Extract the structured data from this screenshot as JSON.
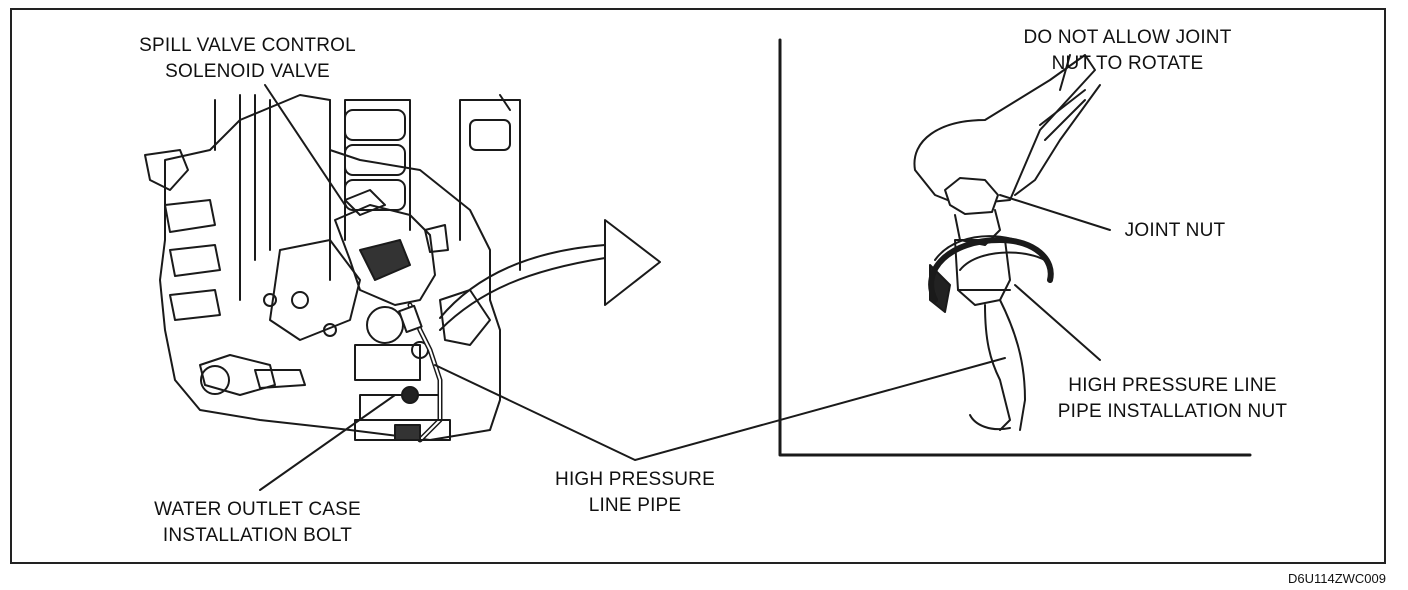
{
  "labels": {
    "spill_valve": [
      "SPILL VALVE CONTROL",
      "SOLENOID VALVE"
    ],
    "water_outlet": [
      "WATER OUTLET CASE",
      "INSTALLATION BOLT"
    ],
    "high_pressure_pipe": [
      "HIGH PRESSURE",
      "LINE PIPE"
    ],
    "do_not_rotate": [
      "DO NOT ALLOW JOINT",
      "NUT TO ROTATE"
    ],
    "joint_nut": [
      "JOINT NUT"
    ],
    "installation_nut": [
      "HIGH PRESSURE LINE",
      "PIPE INSTALLATION NUT"
    ]
  },
  "figure_id": "D6U114ZWC009"
}
